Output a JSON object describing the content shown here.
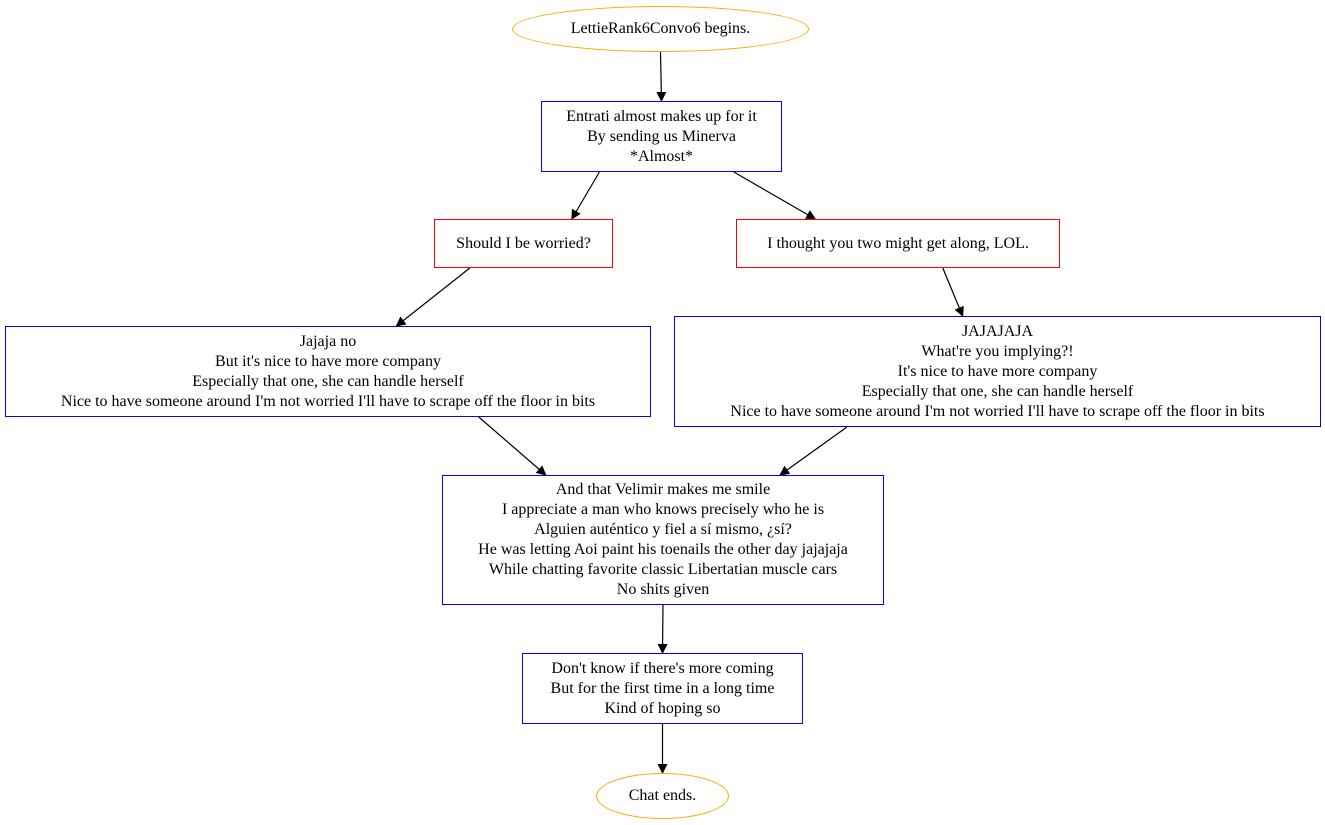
{
  "colors": {
    "start_end_border": "#ffa500",
    "npc_border": "#0000ff",
    "player_choice_border": "#ff0000",
    "edge": "#000000"
  },
  "nodes": {
    "start": {
      "lines": [
        "LettieRank6Convo6 begins."
      ]
    },
    "n1": {
      "lines": [
        "Entrati almost makes up for it",
        "By sending us Minerva",
        "*Almost*"
      ]
    },
    "choice_a": {
      "lines": [
        "Should I be worried?"
      ]
    },
    "choice_b": {
      "lines": [
        "I thought you two might get along, LOL."
      ]
    },
    "reply_a": {
      "lines": [
        "Jajaja no",
        "But it's nice to have more company",
        "Especially that one, she can handle herself",
        "Nice to have someone around I'm not worried I'll have to scrape off the floor in bits"
      ]
    },
    "reply_b": {
      "lines": [
        "JAJAJAJA",
        "What're you implying?!",
        "It's nice to have more company",
        "Especially that one, she can handle herself",
        "Nice to have someone around I'm not worried I'll have to scrape off the floor in bits"
      ]
    },
    "n4": {
      "lines": [
        "And that Velimir makes me smile",
        "I appreciate a man who knows precisely who he is",
        "Alguien auténtico y fiel a sí mismo, ¿sí?",
        "He was letting Aoi paint his toenails the other day jajajaja",
        "While chatting favorite classic Libertatian muscle cars",
        "No shits given"
      ]
    },
    "n5": {
      "lines": [
        "Don't know if there's more coming",
        "But for the first time in a long time",
        "Kind of hoping so"
      ]
    },
    "end": {
      "lines": [
        "Chat ends."
      ]
    }
  },
  "edges": [
    {
      "from": "start",
      "to": "n1"
    },
    {
      "from": "n1",
      "to": "choice_a"
    },
    {
      "from": "n1",
      "to": "choice_b"
    },
    {
      "from": "choice_a",
      "to": "reply_a"
    },
    {
      "from": "choice_b",
      "to": "reply_b"
    },
    {
      "from": "reply_a",
      "to": "n4"
    },
    {
      "from": "reply_b",
      "to": "n4"
    },
    {
      "from": "n4",
      "to": "n5"
    },
    {
      "from": "n5",
      "to": "end"
    }
  ]
}
